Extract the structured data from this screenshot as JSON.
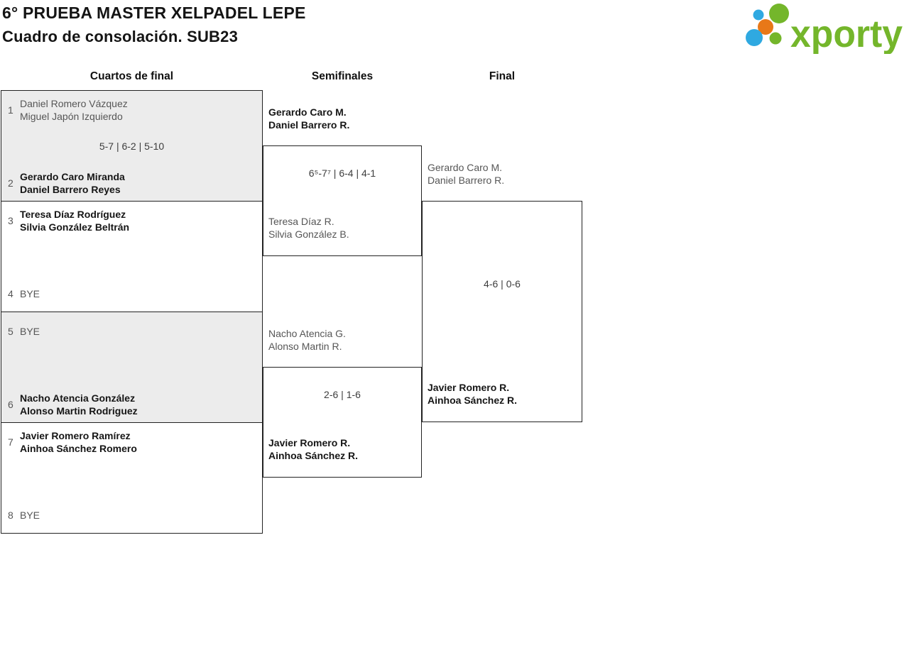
{
  "header": {
    "title_line1": "6° PRUEBA MASTER XELPADEL LEPE",
    "title_line2": "Cuadro de consolación. SUB23",
    "logo_text": "xporty"
  },
  "round_headers": {
    "quarterfinals": "Cuartos de final",
    "semifinals": "Semifinales",
    "final": "Final"
  },
  "bracket": {
    "quarterfinals": [
      {
        "top": {
          "seed": "1",
          "lines": [
            "Daniel Romero Vázquez",
            "Miguel Japón Izquierdo"
          ],
          "winner": false
        },
        "score": "5-7 | 6-2 | 5-10",
        "bottom": {
          "seed": "2",
          "lines": [
            "Gerardo Caro Miranda",
            "Daniel Barrero Reyes"
          ],
          "winner": true
        }
      },
      {
        "top": {
          "seed": "3",
          "lines": [
            "Teresa Díaz Rodríguez",
            "Silvia González Beltrán"
          ],
          "winner": true
        },
        "score": "",
        "bottom": {
          "seed": "4",
          "lines": [
            "BYE"
          ],
          "winner": false
        }
      },
      {
        "top": {
          "seed": "5",
          "lines": [
            "BYE"
          ],
          "winner": false
        },
        "score": "",
        "bottom": {
          "seed": "6",
          "lines": [
            "Nacho Atencia González",
            "Alonso Martin Rodriguez"
          ],
          "winner": true
        }
      },
      {
        "top": {
          "seed": "7",
          "lines": [
            "Javier Romero Ramírez",
            "Ainhoa Sánchez Romero"
          ],
          "winner": true
        },
        "score": "",
        "bottom": {
          "seed": "8",
          "lines": [
            "BYE"
          ],
          "winner": false
        }
      }
    ],
    "semifinals": [
      {
        "top": {
          "lines": [
            "Gerardo Caro M.",
            "Daniel Barrero R."
          ],
          "winner": true
        },
        "score": "6⁵-7⁷ | 6-4 | 4-1",
        "bottom": {
          "lines": [
            "Teresa Díaz R.",
            "Silvia González B."
          ],
          "winner": false
        }
      },
      {
        "top": {
          "lines": [
            "Nacho Atencia G.",
            "Alonso Martin R."
          ],
          "winner": false
        },
        "score": "2-6 | 1-6",
        "bottom": {
          "lines": [
            "Javier Romero R.",
            "Ainhoa Sánchez R."
          ],
          "winner": true
        }
      }
    ],
    "final": {
      "top": {
        "lines": [
          "Gerardo Caro M.",
          "Daniel Barrero R."
        ],
        "winner": false
      },
      "score": "4-6 | 0-6",
      "bottom": {
        "lines": [
          "Javier Romero R.",
          "Ainhoa Sánchez R."
        ],
        "winner": true
      }
    }
  },
  "colors": {
    "winner_text": "#161616",
    "regular_text": "#565656",
    "score_text": "#3d3d3d",
    "block_alt_bg": "#ececec",
    "border": "#222222",
    "logo_green": "#74b62b",
    "logo_blue": "#2fa9e1",
    "logo_orange": "#e87818"
  }
}
